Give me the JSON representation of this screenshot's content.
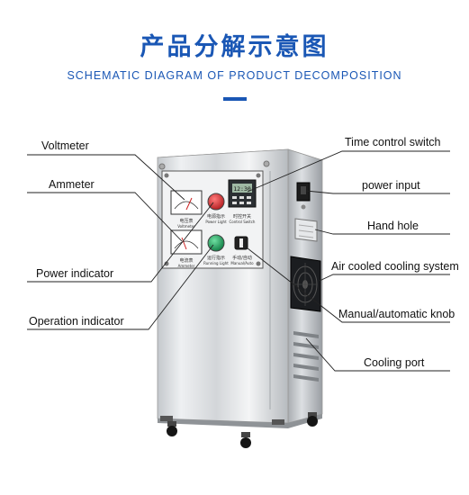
{
  "header": {
    "title_cn": "产品分解示意图",
    "title_en": "SCHEMATIC DIAGRAM OF PRODUCT DECOMPOSITION"
  },
  "labels_left": {
    "voltmeter": "Voltmeter",
    "ammeter": "Ammeter",
    "power_indicator": "Power indicator",
    "operation_indicator": "Operation indicator"
  },
  "labels_right": {
    "time_control_switch": "Time control switch",
    "power_input": "power input",
    "hand_hole": "Hand hole",
    "air_cooled_cooling_system": "Air cooled cooling system",
    "manual_automatic_knob": "Manual/automatic knob",
    "cooling_port": "Cooling port"
  },
  "panel_text": {
    "voltmeter_cn": "电压表",
    "voltmeter_en": "Voltmeter",
    "ammeter_cn": "电流表",
    "ammeter_en": "Ammeter",
    "power_light_cn": "电源指示",
    "power_light_en": "Power Light",
    "running_light_cn": "运行指示",
    "running_light_en": "Running Light",
    "time_switch_cn": "时控开关",
    "time_switch_en": "Control Switch",
    "manual_auto_cn": "手动/自动",
    "manual_auto_en": "Manual/Auto",
    "timer_display": "12:30"
  },
  "colors": {
    "brand_blue": "#1a57b5",
    "power_light": "#d8262a",
    "running_light": "#18a05a"
  }
}
